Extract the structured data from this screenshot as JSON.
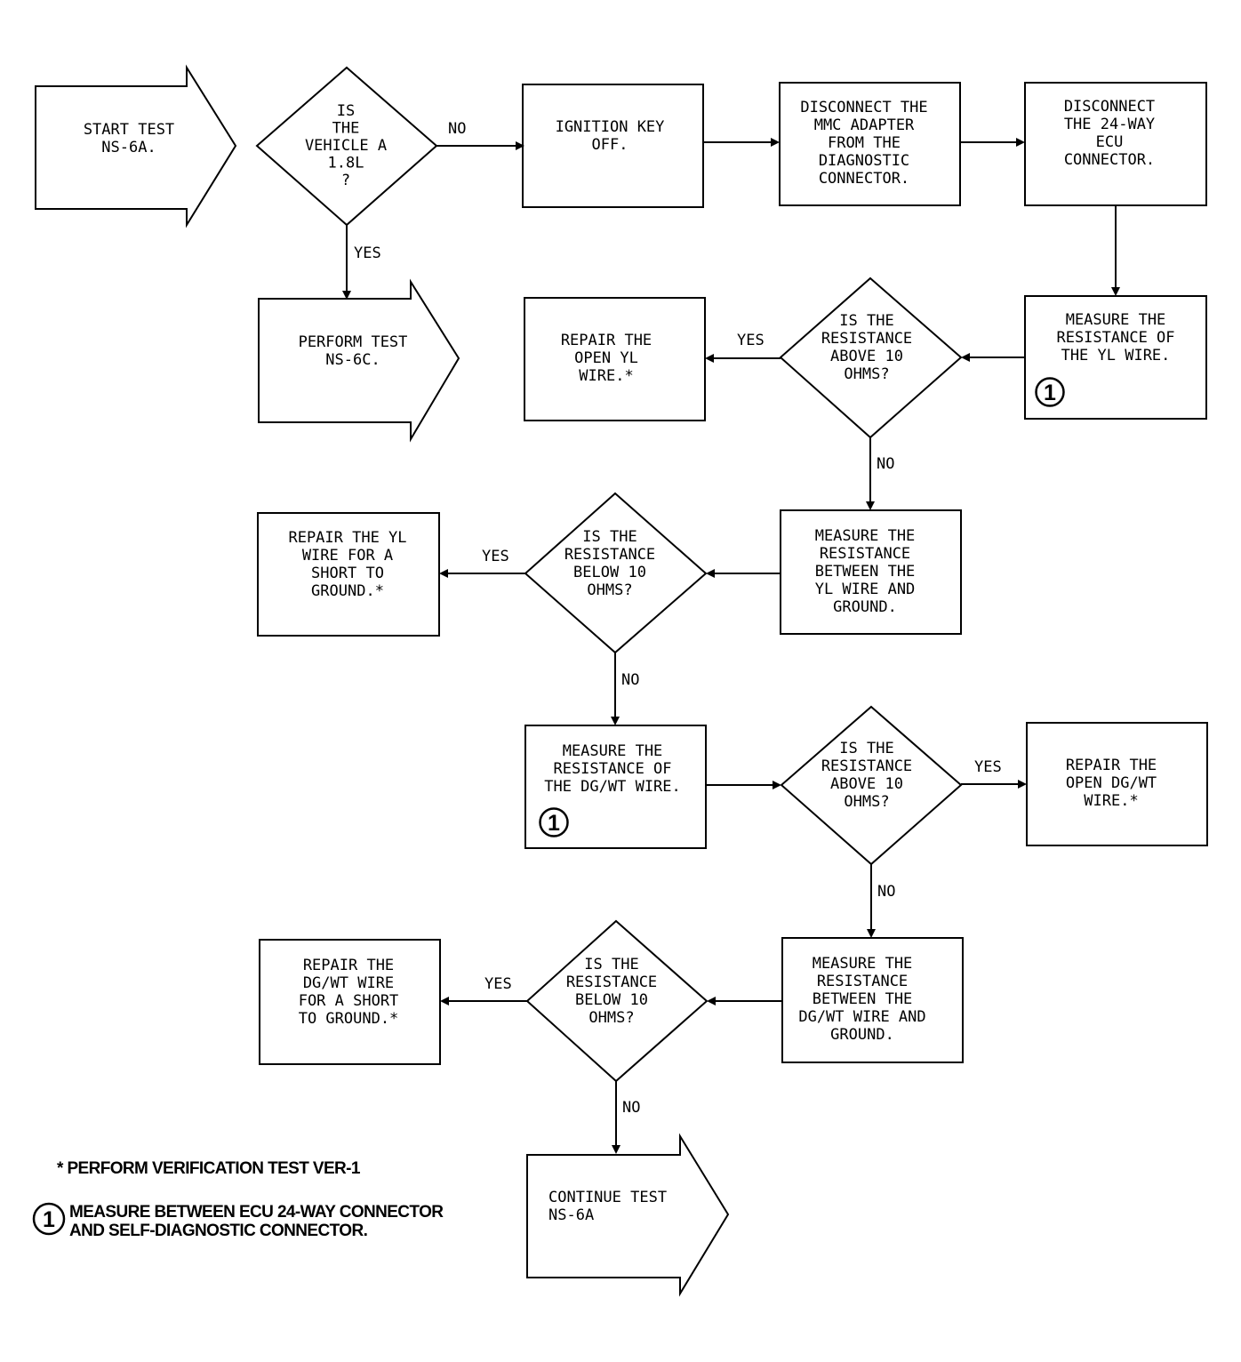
{
  "nodes": {
    "start": [
      "START TEST",
      "NS-6A."
    ],
    "q_vehicle": [
      "IS",
      "THE",
      "VEHICLE A",
      "1.8L",
      "?"
    ],
    "perform_6c": [
      "PERFORM TEST",
      "NS-6C."
    ],
    "ignition_off": [
      "IGNITION KEY",
      "OFF."
    ],
    "disconnect_mmc": [
      "DISCONNECT THE",
      "MMC ADAPTER",
      "FROM THE",
      "DIAGNOSTIC",
      "CONNECTOR."
    ],
    "disconnect_ecu": [
      "DISCONNECT",
      "THE 24-WAY",
      "ECU",
      "CONNECTOR."
    ],
    "measure_yl": [
      "MEASURE THE",
      "RESISTANCE OF",
      "THE YL WIRE."
    ],
    "q_yl_above": [
      "IS THE",
      "RESISTANCE",
      "ABOVE 10",
      "OHMS?"
    ],
    "repair_open_yl": [
      "REPAIR THE",
      "OPEN YL",
      "WIRE.*"
    ],
    "measure_yl_ground": [
      "MEASURE THE",
      "RESISTANCE",
      "BETWEEN THE",
      "YL WIRE AND",
      "GROUND."
    ],
    "q_yl_below": [
      "IS THE",
      "RESISTANCE",
      "BELOW 10",
      "OHMS?"
    ],
    "repair_yl_short": [
      "REPAIR THE YL",
      "WIRE FOR A",
      "SHORT TO",
      "GROUND.*"
    ],
    "measure_dgwt": [
      "MEASURE THE",
      "RESISTANCE OF",
      "THE DG/WT WIRE."
    ],
    "q_dgwt_above": [
      "IS THE",
      "RESISTANCE",
      "ABOVE 10",
      "OHMS?"
    ],
    "repair_open_dgwt": [
      "REPAIR THE",
      "OPEN DG/WT",
      "WIRE.*"
    ],
    "measure_dgwt_ground": [
      "MEASURE THE",
      "RESISTANCE",
      "BETWEEN THE",
      "DG/WT WIRE AND",
      "GROUND."
    ],
    "q_dgwt_below": [
      "IS THE",
      "RESISTANCE",
      "BELOW 10",
      "OHMS?"
    ],
    "repair_dgwt_short": [
      "REPAIR THE",
      "DG/WT WIRE",
      "FOR A SHORT",
      "TO GROUND.*"
    ],
    "continue": [
      "CONTINUE TEST",
      "NS-6A"
    ]
  },
  "edge_labels": {
    "yes": "YES",
    "no": "NO"
  },
  "markers": {
    "circle_one": "1"
  },
  "notes": {
    "verification": "* PERFORM VERIFICATION TEST VER-1",
    "measure_line1": "MEASURE BETWEEN ECU 24-WAY CONNECTOR",
    "measure_line2": "AND SELF-DIAGNOSTIC CONNECTOR."
  }
}
